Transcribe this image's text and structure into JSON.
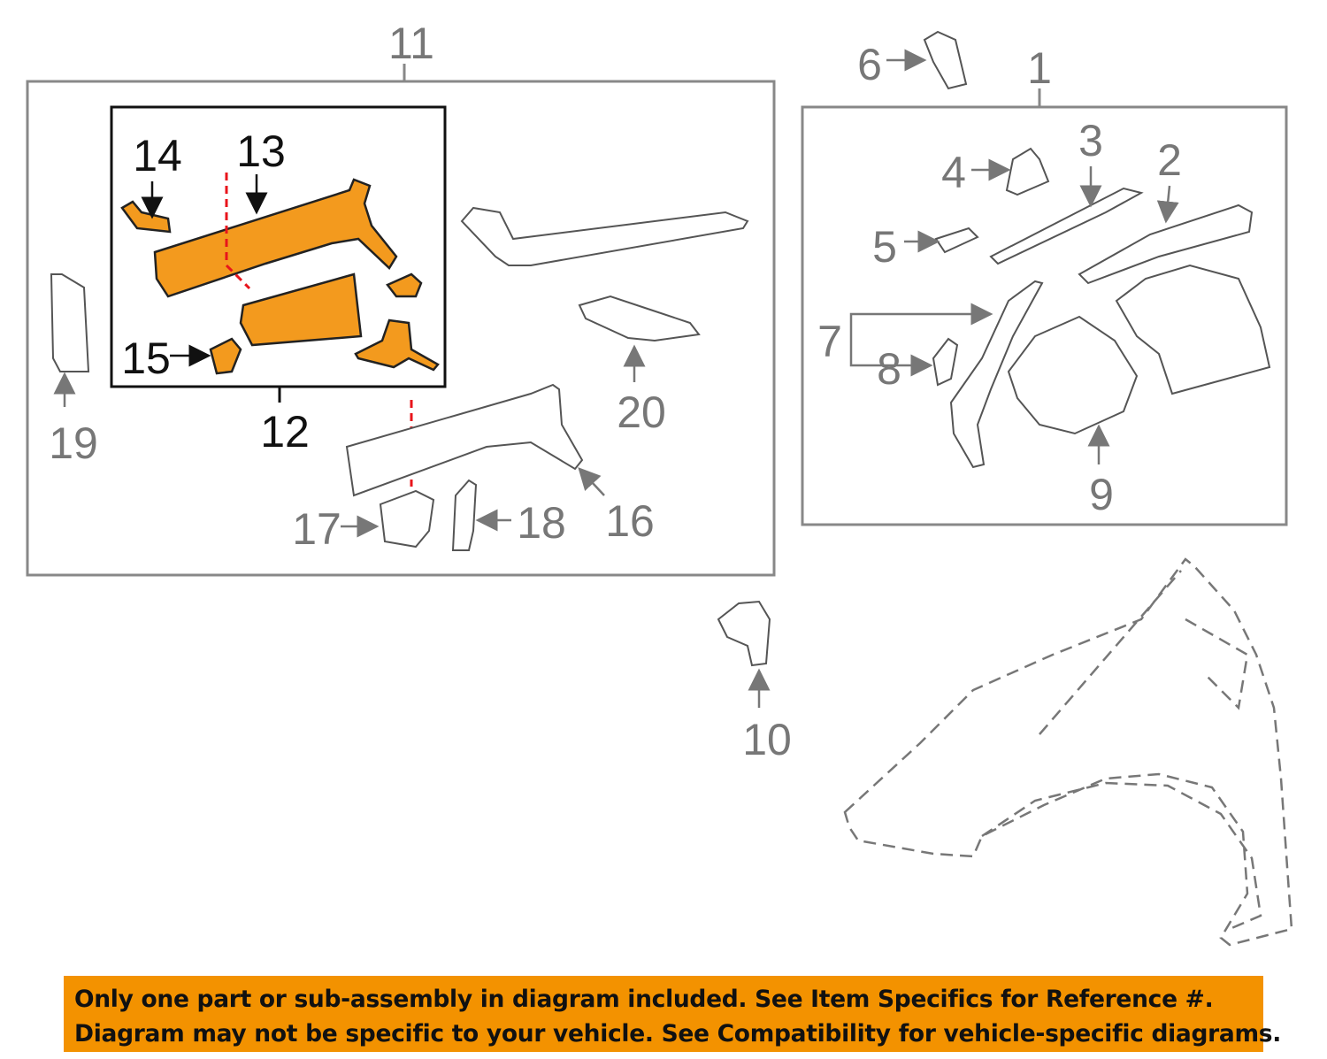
{
  "diagram": {
    "labels": {
      "l1": "1",
      "l2": "2",
      "l3": "3",
      "l4": "4",
      "l5": "5",
      "l6": "6",
      "l7": "7",
      "l8": "8",
      "l9": "9",
      "l10": "10",
      "l11": "11",
      "l12": "12",
      "l13": "13",
      "l14": "14",
      "l15": "15",
      "l16": "16",
      "l17": "17",
      "l18": "18",
      "l19": "19",
      "l20": "20"
    },
    "colors": {
      "highlight": "#f39a1e",
      "banner": "#f39200",
      "callout_line": "#e8141b"
    }
  },
  "banner": {
    "line1": "Only one part or sub-assembly in diagram included. See Item Specifics for Reference #.",
    "line2": "Diagram may not be specific to your vehicle. See Compatibility for vehicle-specific diagrams."
  }
}
